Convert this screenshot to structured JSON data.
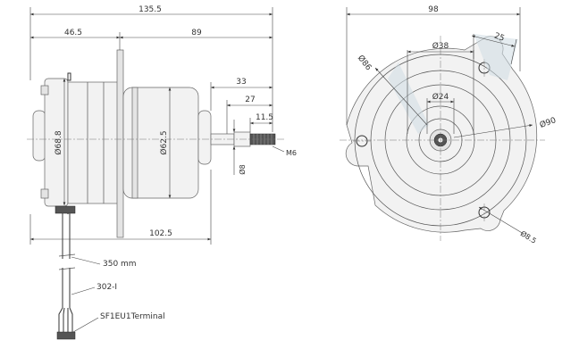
{
  "side_view": {
    "overall_length": "135.5",
    "rear_length": "46.5",
    "front_length": "89",
    "shaft_length": "33",
    "shaft_thread_length": "27",
    "shaft_step": "11.5",
    "thread_label": "M6",
    "shaft_diameter": "Ø8",
    "rear_diameter": "Ø68.8",
    "body_diameter": "Ø62.5",
    "flange_height": "102.5",
    "cable_length": "350 mm",
    "cable_label": "302-I",
    "terminal_label": "SF1EU1Terminal"
  },
  "front_view": {
    "overall_width": "98",
    "flange_diameter": "Ø86",
    "bore_diameter": "Ø38",
    "boss_diameter": "Ø24",
    "outer_diameter": "Ø90",
    "tab_width": "25",
    "hole_diameter": "Ø8.5"
  }
}
